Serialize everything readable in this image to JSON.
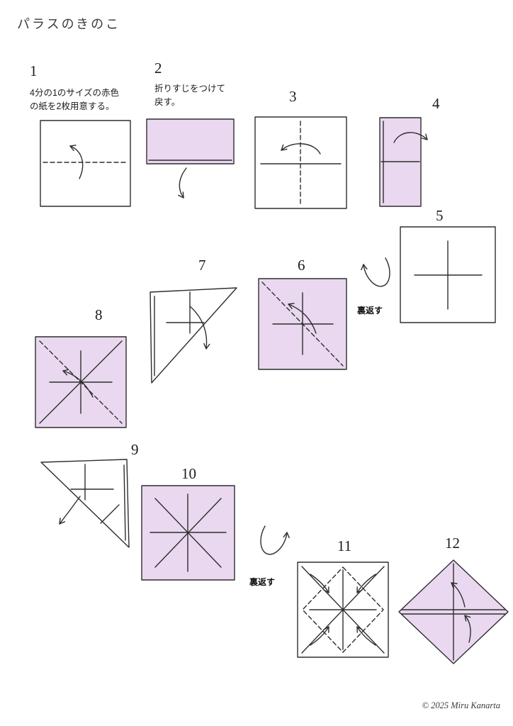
{
  "page": {
    "title": "パラスのきのこ",
    "copyright": "© 2025 Miru Kanarta"
  },
  "steps": [
    {
      "number": "1",
      "caption": "4分の1のサイズの赤色\nの紙を2枚用意する。"
    },
    {
      "number": "2",
      "caption": "折りすじをつけて\n戻す。"
    },
    {
      "number": "3"
    },
    {
      "number": "4"
    },
    {
      "number": "5"
    },
    {
      "number": "6"
    },
    {
      "number": "7"
    },
    {
      "number": "8"
    },
    {
      "number": "9"
    },
    {
      "number": "10"
    },
    {
      "number": "11"
    },
    {
      "number": "12"
    }
  ],
  "flip_instructions": [
    {
      "label": "裏返す"
    },
    {
      "label": "裏返す"
    }
  ],
  "colors": {
    "paper_purple": "#e9d8ef",
    "line": "#2e2e2e"
  }
}
